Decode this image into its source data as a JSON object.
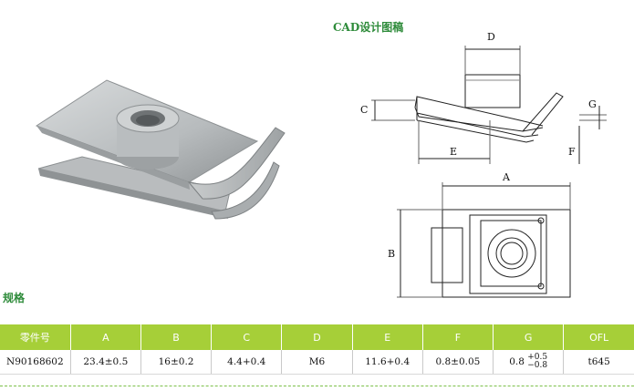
{
  "cad_title": "CAD设计图稿",
  "spec_title": "规格",
  "drawing_labels": {
    "D": "D",
    "C": "C",
    "E": "E",
    "F": "F",
    "G": "G",
    "A": "A",
    "B": "B"
  },
  "table": {
    "headers": [
      "零件号",
      "A",
      "B",
      "C",
      "D",
      "E",
      "F",
      "G",
      "OFL"
    ],
    "row": {
      "part_no": "N90168602",
      "A": "23.4±0.5",
      "B": "16±0.2",
      "C": "4.4+0.4",
      "D": "M6",
      "E": "11.6+0.4",
      "F": "0.8±0.05",
      "G_base": "0.8",
      "G_upper": "+0.5",
      "G_lower": "−0.8",
      "OFL": "t645"
    }
  },
  "colors": {
    "accent_green": "#2e8b3a",
    "header_bg": "#a6cf38"
  }
}
